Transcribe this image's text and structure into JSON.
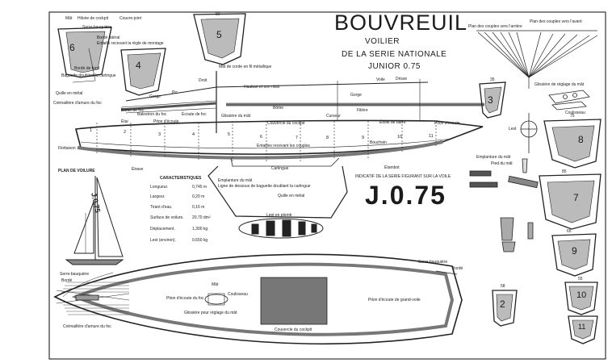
{
  "title": {
    "main": "BOUVREUIL",
    "line1": "VOILIER",
    "line2": "DE LA SERIE NATIONALE",
    "line3": "JUNIOR 0.75"
  },
  "sail_mark": {
    "caption": "INDICATIF DE LA SERIE FIGURANT SUR LA VOILE",
    "text": "J.0.75"
  },
  "sail_plan": {
    "heading": "PLAN DE VOILURE",
    "sail_text": "J.0.75"
  },
  "characteristics": {
    "heading": "CARACTERISTIQUES",
    "rows": [
      {
        "label": "Longueur.",
        "value": "0,745 m"
      },
      {
        "label": "Largeur.",
        "value": "0,20 m"
      },
      {
        "label": "Tirant d'eau.",
        "value": "0,16 m"
      },
      {
        "label": "Surface de voilure.",
        "value": "20,70 dm²"
      },
      {
        "label": "Déplacement.",
        "value": "1,300 kg"
      },
      {
        "label": "Lest (environ).",
        "value": "0,650 kg"
      }
    ]
  },
  "station_numbers": [
    "1",
    "2",
    "3",
    "4",
    "5",
    "6",
    "7",
    "8",
    "9",
    "10",
    "11"
  ],
  "section_numbers": [
    "6",
    "5",
    "4",
    "3",
    "8",
    "7",
    "9",
    "2",
    "10",
    "11"
  ],
  "labels": {
    "mat": "Mât",
    "hiloire": "Hiloire de cockpit",
    "couvre_joint": "Couvre-joint",
    "serre_bauquiere_top": "Serre-bauquière",
    "borde_lateral": "Bordé latéral",
    "entaille": "Entaille recevant la règle de montage",
    "borde_fond": "Bordé de fond",
    "baguette": "Baguette doublant la carlingue",
    "quille_metal_left": "Quille en métal",
    "cremaillere_top": "Crémaillère d'amure du foc",
    "gorge_foc": "Gorge",
    "pic": "Pic",
    "bome_foc": "Bôme de foc",
    "balestron": "Balestron du foc",
    "ecoute_foc": "Écoute de foc",
    "etai": "Étai",
    "piton_ecoute": "Piton d'écoute",
    "droit": "Droit",
    "mat_corde": "Mât de corde en fil métallique",
    "hauban": "Hauban et son ridoir",
    "voile": "Voile",
    "drisse": "Drisse",
    "glissiere_mat": "Glissière du mât",
    "gorge_gv": "Gorge",
    "bome": "Bôme",
    "curseur": "Curseur",
    "filiere": "Filière",
    "couvercle_cockpit_side": "Couvercle du cockpit",
    "etoile_barre": "Étoile de barre",
    "piton_ecoute_gv": "Piton d'écoute",
    "flotteson": "Flottaison",
    "entailles_couples": "Entailles recevant les couples",
    "etrave": "Étrave",
    "carlingue": "Carlingue",
    "bouchain": "Bouchain",
    "etambot": "Étambot",
    "emplanture_mat": "Emplanture du mât",
    "ligne_dessous": "Ligne de dessous de baguette doublant la carlingue",
    "quille_metal": "Quille en métal",
    "lest_plomb": "Lest en plomb",
    "plan_couples_arriere": "Plan des couples vers l'arrière",
    "plan_couples_avant": "Plan des couples vers l'avant",
    "glissiere_reglage": "Glissière de réglage du mât",
    "coulisseau": "Coulisseau",
    "lest_section": "Lest",
    "emplanture_mat_r": "Emplanture du mât",
    "pied_mat": "Pied du mât",
    "serre_bauquiere_deck": "Serre-bauquière",
    "borde_deck": "Bordé",
    "serre_bauquiere_bow": "Serre-bauquière",
    "borde_bow": "Bordé",
    "piton_foc": "Piton d'écoute du foc",
    "mat_deck": "Mât",
    "coulisseau_deck": "Coulisseau",
    "glissiere_deck": "Glissière pour réglage du mât",
    "piton_gv": "Piton d'écoute de grand-voile",
    "couvercle_cockpit": "Couvercle du cockpit",
    "cremaillere_bow": "Crémaillère d'amure du foc"
  },
  "section_dims": {
    "s5": "80",
    "s3": "35",
    "s8": "75",
    "s7": "85",
    "s9": "65",
    "s2": "58",
    "s10": "55"
  }
}
